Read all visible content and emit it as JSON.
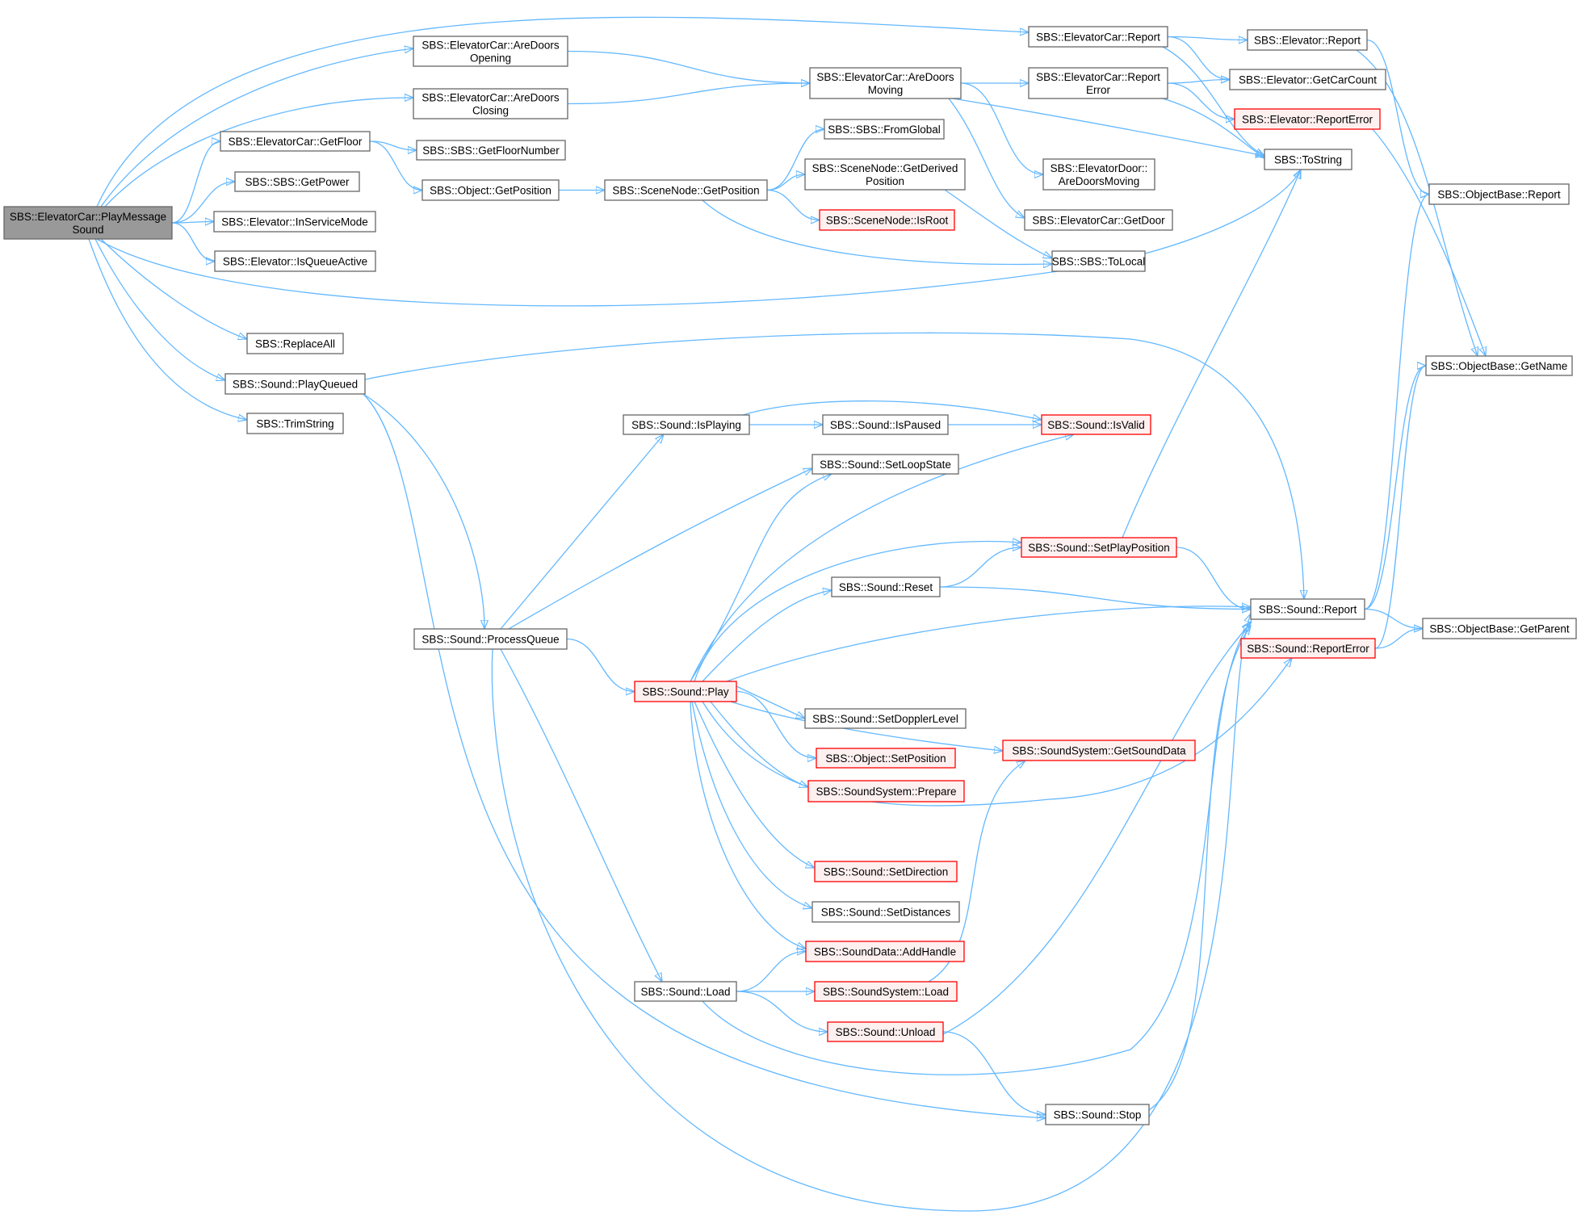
{
  "colors": {
    "edge": "#63b8ff",
    "node_border": "#666666",
    "node_fill": "#ffffff",
    "root_fill": "#999999",
    "root_border": "#666666",
    "truncated_border": "#ff0000",
    "truncated_fill": "#fff0f0"
  },
  "nodes": [
    {
      "id": "n0",
      "lines": [
        "SBS::ElevatorCar::PlayMessage",
        "Sound"
      ],
      "kind": "root"
    },
    {
      "id": "n1",
      "lines": [
        "SBS::ElevatorCar::AreDoors",
        "Opening"
      ],
      "kind": "normal"
    },
    {
      "id": "n2",
      "lines": [
        "SBS::ElevatorCar::AreDoors",
        "Closing"
      ],
      "kind": "normal"
    },
    {
      "id": "n3",
      "lines": [
        "SBS::ElevatorCar::GetFloor"
      ],
      "kind": "normal"
    },
    {
      "id": "n4",
      "lines": [
        "SBS::SBS::GetPower"
      ],
      "kind": "normal"
    },
    {
      "id": "n5",
      "lines": [
        "SBS::Elevator::InServiceMode"
      ],
      "kind": "normal"
    },
    {
      "id": "n6",
      "lines": [
        "SBS::Elevator::IsQueueActive"
      ],
      "kind": "normal"
    },
    {
      "id": "n7",
      "lines": [
        "SBS::ReplaceAll"
      ],
      "kind": "normal"
    },
    {
      "id": "n8",
      "lines": [
        "SBS::Sound::PlayQueued"
      ],
      "kind": "normal"
    },
    {
      "id": "n9",
      "lines": [
        "SBS::TrimString"
      ],
      "kind": "normal"
    },
    {
      "id": "n10",
      "lines": [
        "SBS::ElevatorCar::Report"
      ],
      "kind": "normal"
    },
    {
      "id": "n11",
      "lines": [
        "SBS::ElevatorCar::AreDoors",
        "Moving"
      ],
      "kind": "normal"
    },
    {
      "id": "n12",
      "lines": [
        "SBS::SBS::GetFloorNumber"
      ],
      "kind": "normal"
    },
    {
      "id": "n13",
      "lines": [
        "SBS::Object::GetPosition"
      ],
      "kind": "normal"
    },
    {
      "id": "n14",
      "lines": [
        "SBS::SceneNode::GetPosition"
      ],
      "kind": "normal"
    },
    {
      "id": "n15",
      "lines": [
        "SBS::SBS::FromGlobal"
      ],
      "kind": "normal"
    },
    {
      "id": "n16",
      "lines": [
        "SBS::SceneNode::GetDerived",
        "Position"
      ],
      "kind": "normal"
    },
    {
      "id": "n17",
      "lines": [
        "SBS::SceneNode::IsRoot"
      ],
      "kind": "truncated"
    },
    {
      "id": "n18",
      "lines": [
        "SBS::ElevatorCar::Report",
        "Error"
      ],
      "kind": "normal"
    },
    {
      "id": "n19",
      "lines": [
        "SBS::ElevatorDoor::",
        "AreDoorsMoving"
      ],
      "kind": "normal"
    },
    {
      "id": "n20",
      "lines": [
        "SBS::ElevatorCar::GetDoor"
      ],
      "kind": "normal"
    },
    {
      "id": "n21",
      "lines": [
        "SBS::SBS::ToLocal"
      ],
      "kind": "normal"
    },
    {
      "id": "n22",
      "lines": [
        "SBS::Elevator::Report"
      ],
      "kind": "normal"
    },
    {
      "id": "n23",
      "lines": [
        "SBS::Elevator::GetCarCount"
      ],
      "kind": "normal"
    },
    {
      "id": "n24",
      "lines": [
        "SBS::Elevator::ReportError"
      ],
      "kind": "truncated"
    },
    {
      "id": "n25",
      "lines": [
        "SBS::ToString"
      ],
      "kind": "normal"
    },
    {
      "id": "n26",
      "lines": [
        "SBS::ObjectBase::Report"
      ],
      "kind": "normal"
    },
    {
      "id": "n27",
      "lines": [
        "SBS::ObjectBase::GetName"
      ],
      "kind": "normal"
    },
    {
      "id": "n28",
      "lines": [
        "SBS::Sound::IsPlaying"
      ],
      "kind": "normal"
    },
    {
      "id": "n29",
      "lines": [
        "SBS::Sound::IsPaused"
      ],
      "kind": "normal"
    },
    {
      "id": "n30",
      "lines": [
        "SBS::Sound::IsValid"
      ],
      "kind": "truncated"
    },
    {
      "id": "n31",
      "lines": [
        "SBS::Sound::SetLoopState"
      ],
      "kind": "normal"
    },
    {
      "id": "n32",
      "lines": [
        "SBS::Sound::SetPlayPosition"
      ],
      "kind": "truncated"
    },
    {
      "id": "n33",
      "lines": [
        "SBS::Sound::Reset"
      ],
      "kind": "normal"
    },
    {
      "id": "n34",
      "lines": [
        "SBS::Sound::Report"
      ],
      "kind": "normal"
    },
    {
      "id": "n35",
      "lines": [
        "SBS::ObjectBase::GetParent"
      ],
      "kind": "normal"
    },
    {
      "id": "n36",
      "lines": [
        "SBS::Sound::ReportError"
      ],
      "kind": "truncated"
    },
    {
      "id": "n37",
      "lines": [
        "SBS::Sound::ProcessQueue"
      ],
      "kind": "normal"
    },
    {
      "id": "n38",
      "lines": [
        "SBS::Sound::Play"
      ],
      "kind": "truncated"
    },
    {
      "id": "n39",
      "lines": [
        "SBS::Sound::SetDopplerLevel"
      ],
      "kind": "normal"
    },
    {
      "id": "n40",
      "lines": [
        "SBS::Object::SetPosition"
      ],
      "kind": "truncated"
    },
    {
      "id": "n41",
      "lines": [
        "SBS::SoundSystem::GetSoundData"
      ],
      "kind": "truncated"
    },
    {
      "id": "n42",
      "lines": [
        "SBS::SoundSystem::Prepare"
      ],
      "kind": "truncated"
    },
    {
      "id": "n43",
      "lines": [
        "SBS::Sound::SetDirection"
      ],
      "kind": "truncated"
    },
    {
      "id": "n44",
      "lines": [
        "SBS::Sound::SetDistances"
      ],
      "kind": "normal"
    },
    {
      "id": "n45",
      "lines": [
        "SBS::SoundData::AddHandle"
      ],
      "kind": "truncated"
    },
    {
      "id": "n46",
      "lines": [
        "SBS::Sound::Load"
      ],
      "kind": "normal"
    },
    {
      "id": "n47",
      "lines": [
        "SBS::SoundSystem::Load"
      ],
      "kind": "truncated"
    },
    {
      "id": "n48",
      "lines": [
        "SBS::Sound::Unload"
      ],
      "kind": "truncated"
    },
    {
      "id": "n49",
      "lines": [
        "SBS::Sound::Stop"
      ],
      "kind": "normal"
    }
  ],
  "edges": [
    [
      "n0",
      "n10"
    ],
    [
      "n0",
      "n1"
    ],
    [
      "n0",
      "n2"
    ],
    [
      "n0",
      "n3"
    ],
    [
      "n0",
      "n4"
    ],
    [
      "n0",
      "n5"
    ],
    [
      "n0",
      "n6"
    ],
    [
      "n0",
      "n25"
    ],
    [
      "n0",
      "n7"
    ],
    [
      "n0",
      "n8"
    ],
    [
      "n0",
      "n9"
    ],
    [
      "n1",
      "n11"
    ],
    [
      "n2",
      "n11"
    ],
    [
      "n3",
      "n12"
    ],
    [
      "n3",
      "n13"
    ],
    [
      "n13",
      "n14"
    ],
    [
      "n14",
      "n15"
    ],
    [
      "n14",
      "n16"
    ],
    [
      "n14",
      "n17"
    ],
    [
      "n14",
      "n21"
    ],
    [
      "n16",
      "n21"
    ],
    [
      "n10",
      "n22"
    ],
    [
      "n10",
      "n23"
    ],
    [
      "n10",
      "n25"
    ],
    [
      "n11",
      "n18"
    ],
    [
      "n11",
      "n25"
    ],
    [
      "n11",
      "n19"
    ],
    [
      "n11",
      "n20"
    ],
    [
      "n18",
      "n23"
    ],
    [
      "n18",
      "n24"
    ],
    [
      "n18",
      "n25"
    ],
    [
      "n22",
      "n26"
    ],
    [
      "n22",
      "n27"
    ],
    [
      "n24",
      "n27"
    ],
    [
      "n8",
      "n34"
    ],
    [
      "n8",
      "n37"
    ],
    [
      "n8",
      "n49"
    ],
    [
      "n37",
      "n28"
    ],
    [
      "n37",
      "n31"
    ],
    [
      "n37",
      "n38"
    ],
    [
      "n37",
      "n46"
    ],
    [
      "n37",
      "n34"
    ],
    [
      "n28",
      "n29"
    ],
    [
      "n28",
      "n30"
    ],
    [
      "n29",
      "n30"
    ],
    [
      "n38",
      "n30"
    ],
    [
      "n38",
      "n31"
    ],
    [
      "n38",
      "n32"
    ],
    [
      "n38",
      "n33"
    ],
    [
      "n38",
      "n34"
    ],
    [
      "n38",
      "n39"
    ],
    [
      "n38",
      "n40"
    ],
    [
      "n38",
      "n41"
    ],
    [
      "n38",
      "n42"
    ],
    [
      "n38",
      "n36"
    ],
    [
      "n38",
      "n43"
    ],
    [
      "n38",
      "n44"
    ],
    [
      "n38",
      "n45"
    ],
    [
      "n32",
      "n25"
    ],
    [
      "n32",
      "n34"
    ],
    [
      "n33",
      "n32"
    ],
    [
      "n33",
      "n34"
    ],
    [
      "n34",
      "n26"
    ],
    [
      "n34",
      "n27"
    ],
    [
      "n34",
      "n35"
    ],
    [
      "n36",
      "n27"
    ],
    [
      "n36",
      "n35"
    ],
    [
      "n46",
      "n45"
    ],
    [
      "n46",
      "n47"
    ],
    [
      "n46",
      "n48"
    ],
    [
      "n46",
      "n34"
    ],
    [
      "n47",
      "n41"
    ],
    [
      "n48",
      "n34"
    ],
    [
      "n48",
      "n49"
    ],
    [
      "n49",
      "n34"
    ]
  ]
}
